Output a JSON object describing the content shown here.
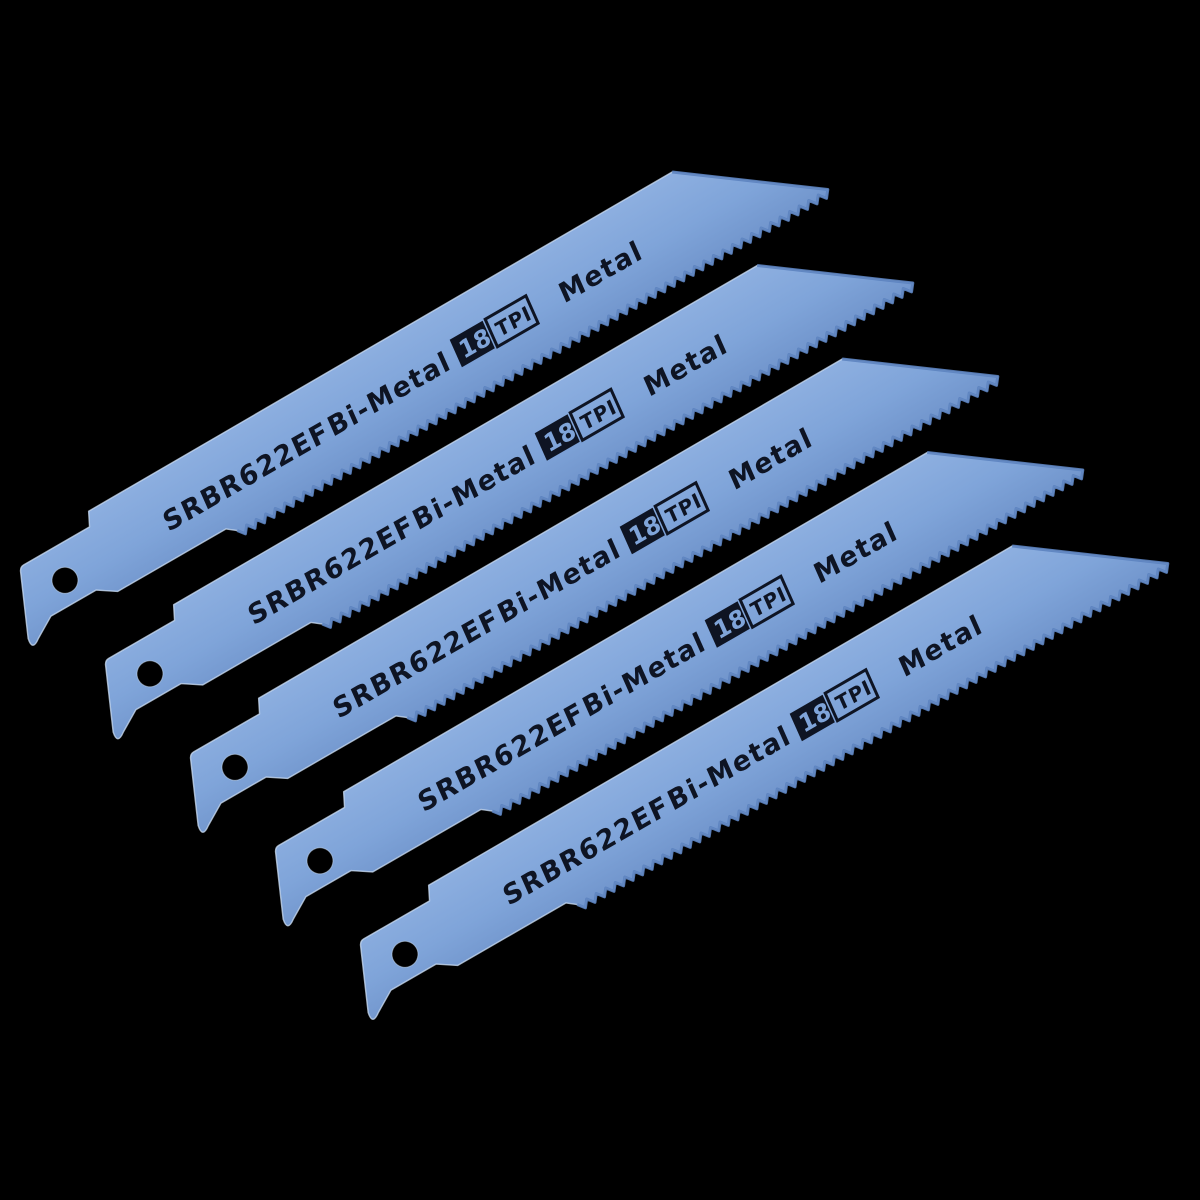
{
  "product_image": {
    "description": "Five blue reciprocating saw blades fanned diagonally on a black background",
    "blade_count": 5,
    "print": {
      "model": "SRBR622EF",
      "material": "Bi-Metal",
      "tpi_value": "18",
      "tpi_label": "TPI",
      "cut_type": "Metal"
    },
    "colors": {
      "background": "#000000",
      "blade_body": "#7fa4d9",
      "blade_body_light": "#8dafe0",
      "blade_body_dark": "#7195cc",
      "tooth_shadow": "#5b82bf",
      "edge_highlight": "#cddff4",
      "print_ink": "#0e1423"
    }
  }
}
